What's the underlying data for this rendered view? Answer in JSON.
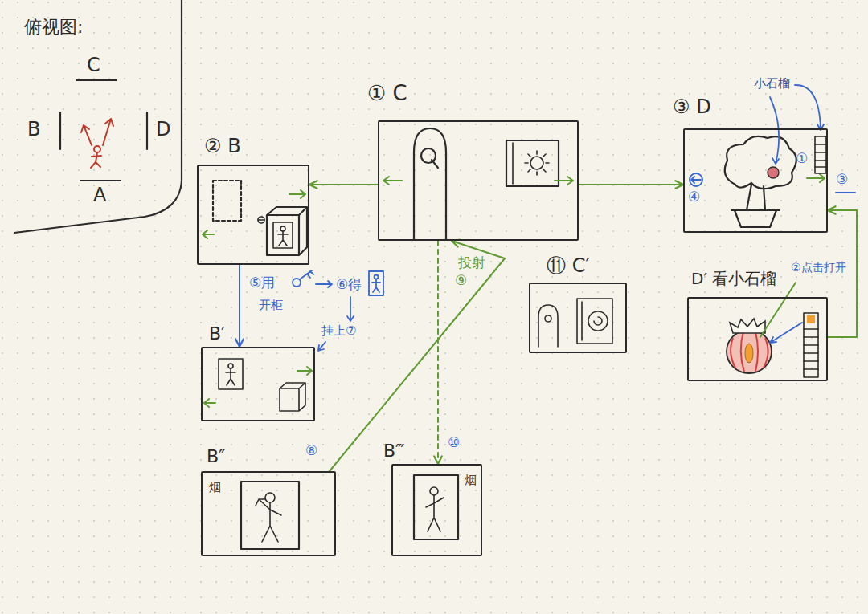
{
  "diagram": {
    "nodes": [
      {
        "text": [
          "俯视图:"
        ]
      },
      {
        "text": [
          "① C"
        ]
      },
      {
        "text": [
          "② B"
        ]
      },
      {
        "text": [
          "③ D"
        ]
      },
      {
        "text": [
          "D′ 看小石榴"
        ]
      },
      {
        "text": [
          "B′"
        ]
      },
      {
        "text": [
          "⑪ C′"
        ]
      },
      {
        "text": [
          "B″",
          "烟"
        ]
      },
      {
        "text": [
          "B‴",
          "烟"
        ]
      }
    ],
    "edges": [
      {
        "from": 1,
        "to": 2,
        "arrow": "to"
      },
      {
        "from": 1,
        "to": 3,
        "arrow": "to"
      },
      {
        "from": 4,
        "to": 3,
        "arrow": "to"
      },
      {
        "from": 2,
        "to": 5,
        "arrow": "to"
      },
      {
        "from": 7,
        "to": 1,
        "arrow": "to",
        "label": "投射"
      },
      {
        "from": 1,
        "to": 8,
        "arrow": "to"
      }
    ],
    "labels": [
      "C",
      "B",
      "D",
      "A",
      "小石榴",
      "①",
      "③",
      "④",
      "②点击打开",
      "⑤用",
      "开柜",
      "⑥得",
      "挂上⑦",
      "⑨",
      "⑧",
      "⑩"
    ]
  }
}
